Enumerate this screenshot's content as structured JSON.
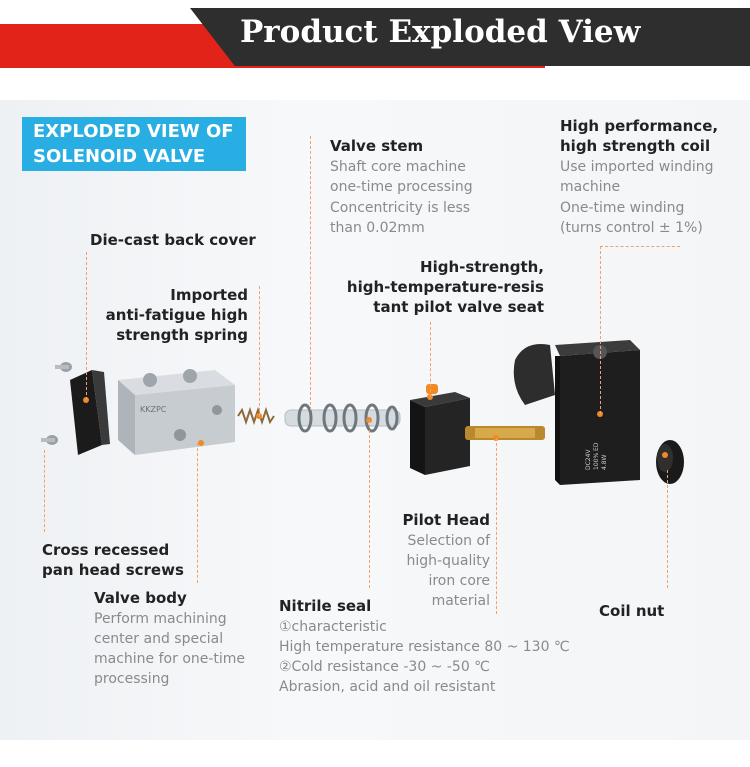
{
  "banner": {
    "title": "Product Exploded View"
  },
  "badge": {
    "line1": "EXPLODED VIEW OF",
    "line2": "SOLENOID VALVE"
  },
  "valve_stem": {
    "title": "Valve stem",
    "lines": [
      "Shaft core machine",
      "one-time processing",
      "Concentricity is less",
      "than 0.02mm"
    ]
  },
  "coil": {
    "title_lines": [
      "High performance,",
      "high strength coil"
    ],
    "lines": [
      "Use imported winding",
      "machine",
      "One-time winding",
      "(turns control ± 1%)"
    ]
  },
  "back_cover": {
    "title": "Die-cast back cover"
  },
  "spring": {
    "title_lines": [
      "Imported",
      "anti-fatigue high",
      "strength spring"
    ]
  },
  "pilot_seat": {
    "title_lines": [
      "High-strength,",
      "high-temperature-resis",
      "tant pilot valve seat"
    ]
  },
  "screws": {
    "title_lines": [
      "Cross recessed",
      "pan head screws"
    ]
  },
  "valve_body": {
    "title": "Valve body",
    "lines": [
      "Perform machining",
      "center and special",
      "machine for one-time",
      "processing"
    ]
  },
  "pilot_head": {
    "title": "Pilot Head",
    "lines": [
      "Selection of",
      "high-quality",
      "iron core",
      "material"
    ]
  },
  "nitrile": {
    "title": "Nitrile seal",
    "lines": [
      "①characteristic",
      "High temperature resistance 80 ~ 130 ℃",
      "②Cold resistance -30 ~ -50 ℃",
      "Abrasion, acid and oil resistant"
    ]
  },
  "coil_nut": {
    "title": "Coil nut"
  },
  "body_marking": "KKZPC",
  "coil_marking": [
    "DC24V",
    "100% ED",
    "4.8W"
  ],
  "colors": {
    "accent_red": "#e2231a",
    "banner_dark": "#2e2e2e",
    "badge_blue": "#29aee3",
    "pointer_orange": "#f3a06c"
  }
}
